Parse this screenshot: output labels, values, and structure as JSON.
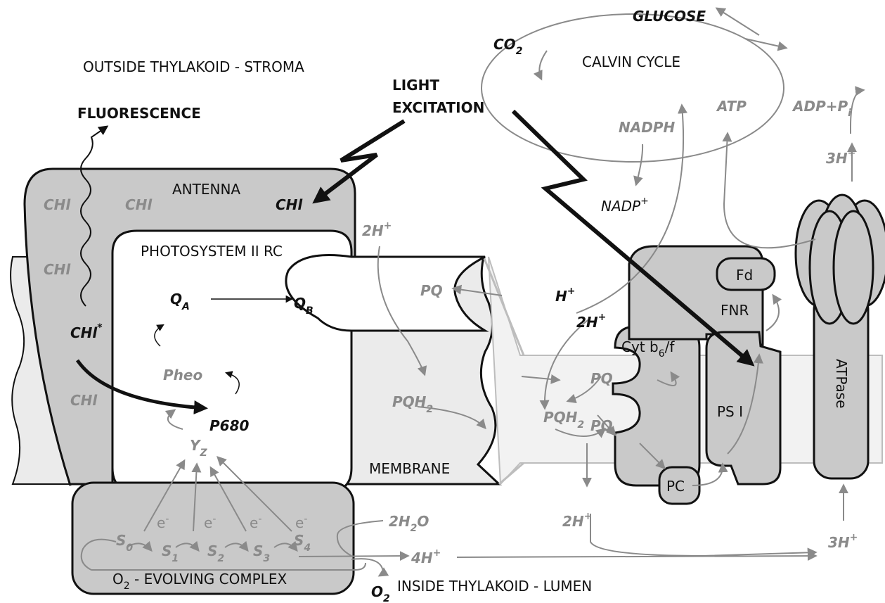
{
  "labels": {
    "stroma": "OUTSIDE THYLAKOID - STROMA",
    "lumen": "INSIDE THYLAKOID - LUMEN",
    "fluorescence": "FLUORESCENCE",
    "light_excitation_1": "LIGHT",
    "light_excitation_2": "EXCITATION",
    "glucose": "GLUCOSE",
    "co2": "CO",
    "co2_sub": "2",
    "calvin_cycle": "CALVIN CYCLE",
    "atp_top": "ATP",
    "adp_pi": "ADP+P",
    "adp_pi_sub": "i",
    "nadph": "NADPH",
    "nadp": "NADP",
    "nadp_sup": "+",
    "h3_top": "3H",
    "h3_top_sup": "+",
    "antenna": "ANTENNA",
    "chl_bold": "CHl",
    "chl_1": "CHl",
    "chl_2": "CHl",
    "chl_3": "CHl",
    "chl_4": "CHl",
    "chl_star": "CHl",
    "chl_star_sup": "*",
    "psii_rc": "PHOTOSYSTEM II  RC",
    "qa": "Q",
    "qa_sub": "A",
    "qb": "Q",
    "qb_sub": "B",
    "pheo": "Pheo",
    "p680": "P680",
    "yz": "Y",
    "yz_sub": "Z",
    "membrane": "MEMBRANE",
    "h2_left": "2H",
    "h2_left_sup": "+",
    "pq_left": "PQ",
    "pqh2_left": "PQH",
    "pqh2_left_sub": "2",
    "h_plus": "H",
    "h_plus_sup": "+",
    "h2_mid": "2H",
    "h2_mid_sup": "+",
    "cyt": "Cyt b",
    "cyt_sub": "6",
    "cyt_end": "/f",
    "pq_cyt_top": "PQ",
    "pq_cyt_bot": "PQ",
    "pqh2_cyt": "PQH",
    "pqh2_cyt_sub": "2",
    "pc": "PC",
    "fd": "Fd",
    "fnr": "FNR",
    "psi": "PS I",
    "atpase": "ATPase",
    "h2_bottom": "2H",
    "h2_bottom_sup": "+",
    "h3_bottom": "3H",
    "h3_bottom_sup": "+",
    "s0": "S",
    "s0_sub": "0",
    "s1": "S",
    "s1_sub": "1",
    "s2": "S",
    "s2_sub": "2",
    "s3": "S",
    "s3_sub": "3",
    "s4": "S",
    "s4_sub": "4",
    "e1": "e",
    "e2": "e",
    "e3": "e",
    "e4": "e",
    "e_sup": "-",
    "h2o": "2H",
    "h2o_sub": "2",
    "h2o_end": "O",
    "h4": "4H",
    "h4_sup": "+",
    "o2": "O",
    "o2_sub": "2",
    "oec": "O",
    "oec_sub": "2",
    "oec_end": " - EVOLVING COMPLEX"
  },
  "colors": {
    "protein_fill": "#c9c9c9",
    "membrane_fill": "#ebebeb",
    "label_gray": "#8a8a8a",
    "outline": "#111111",
    "arrow_gray": "#8a8a8a"
  }
}
